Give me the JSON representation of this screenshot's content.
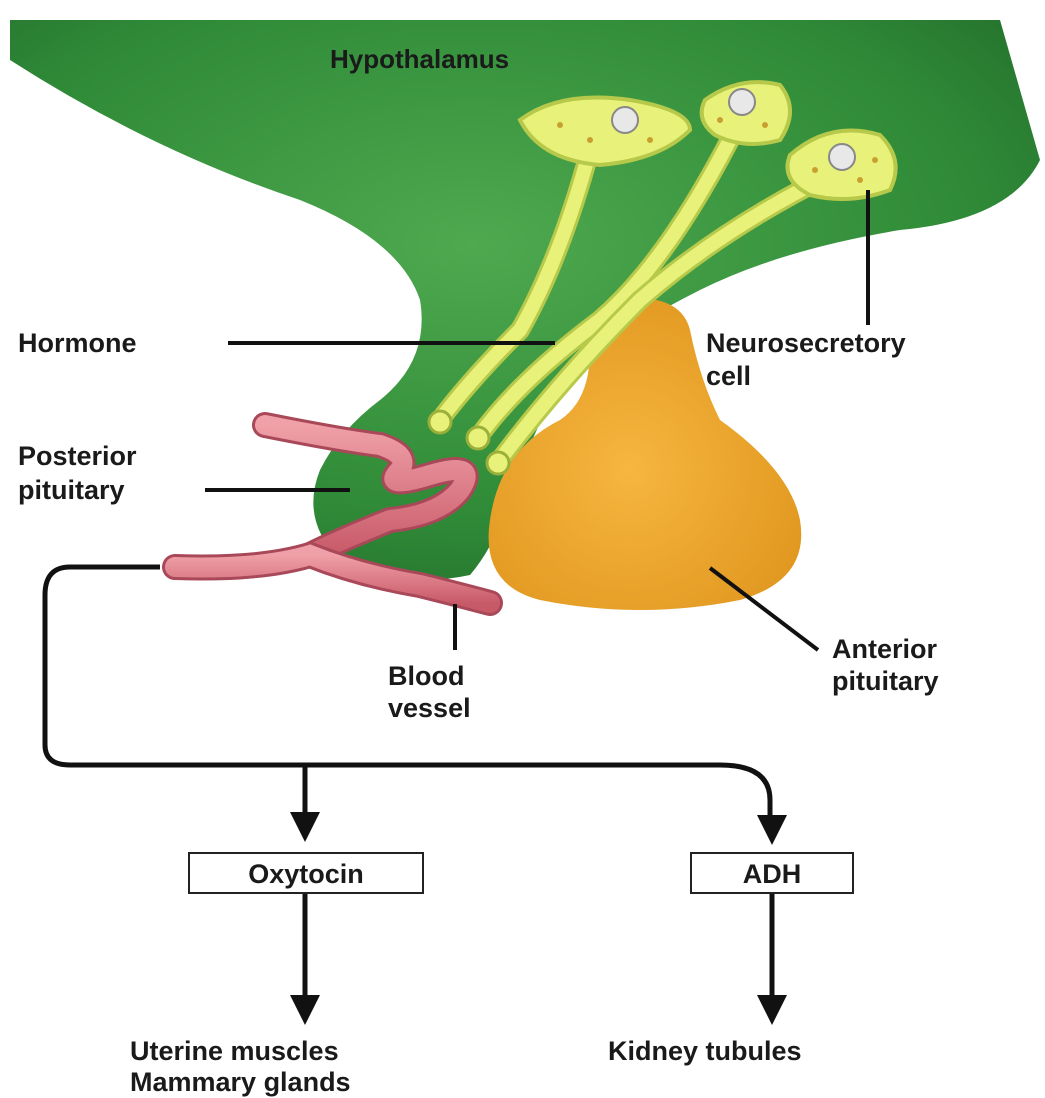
{
  "labels": {
    "hypothalamus": "Hypothalamus",
    "hormone": "Hormone",
    "neurosecretory_cell_line1": "Neurosecretory",
    "neurosecretory_cell_line2": "cell",
    "posterior_pituitary_line1": "Posterior",
    "posterior_pituitary_line2": "pituitary",
    "blood_vessel_line1": "Blood",
    "blood_vessel_line2": "vessel",
    "anterior_pituitary_line1": "Anterior",
    "anterior_pituitary_line2": "pituitary"
  },
  "flow": {
    "oxytocin": "Oxytocin",
    "adh": "ADH",
    "oxytocin_target_line1": "Uterine muscles",
    "oxytocin_target_line2": "Mammary glands",
    "adh_target": "Kidney tubules"
  },
  "colors": {
    "hypothalamus": "#2e8b3a",
    "hypothalamus_light": "#4aa54e",
    "neuron": "#e8f27a",
    "anterior_pituitary": "#f0a82a",
    "blood_vessel": "#e07a86"
  }
}
